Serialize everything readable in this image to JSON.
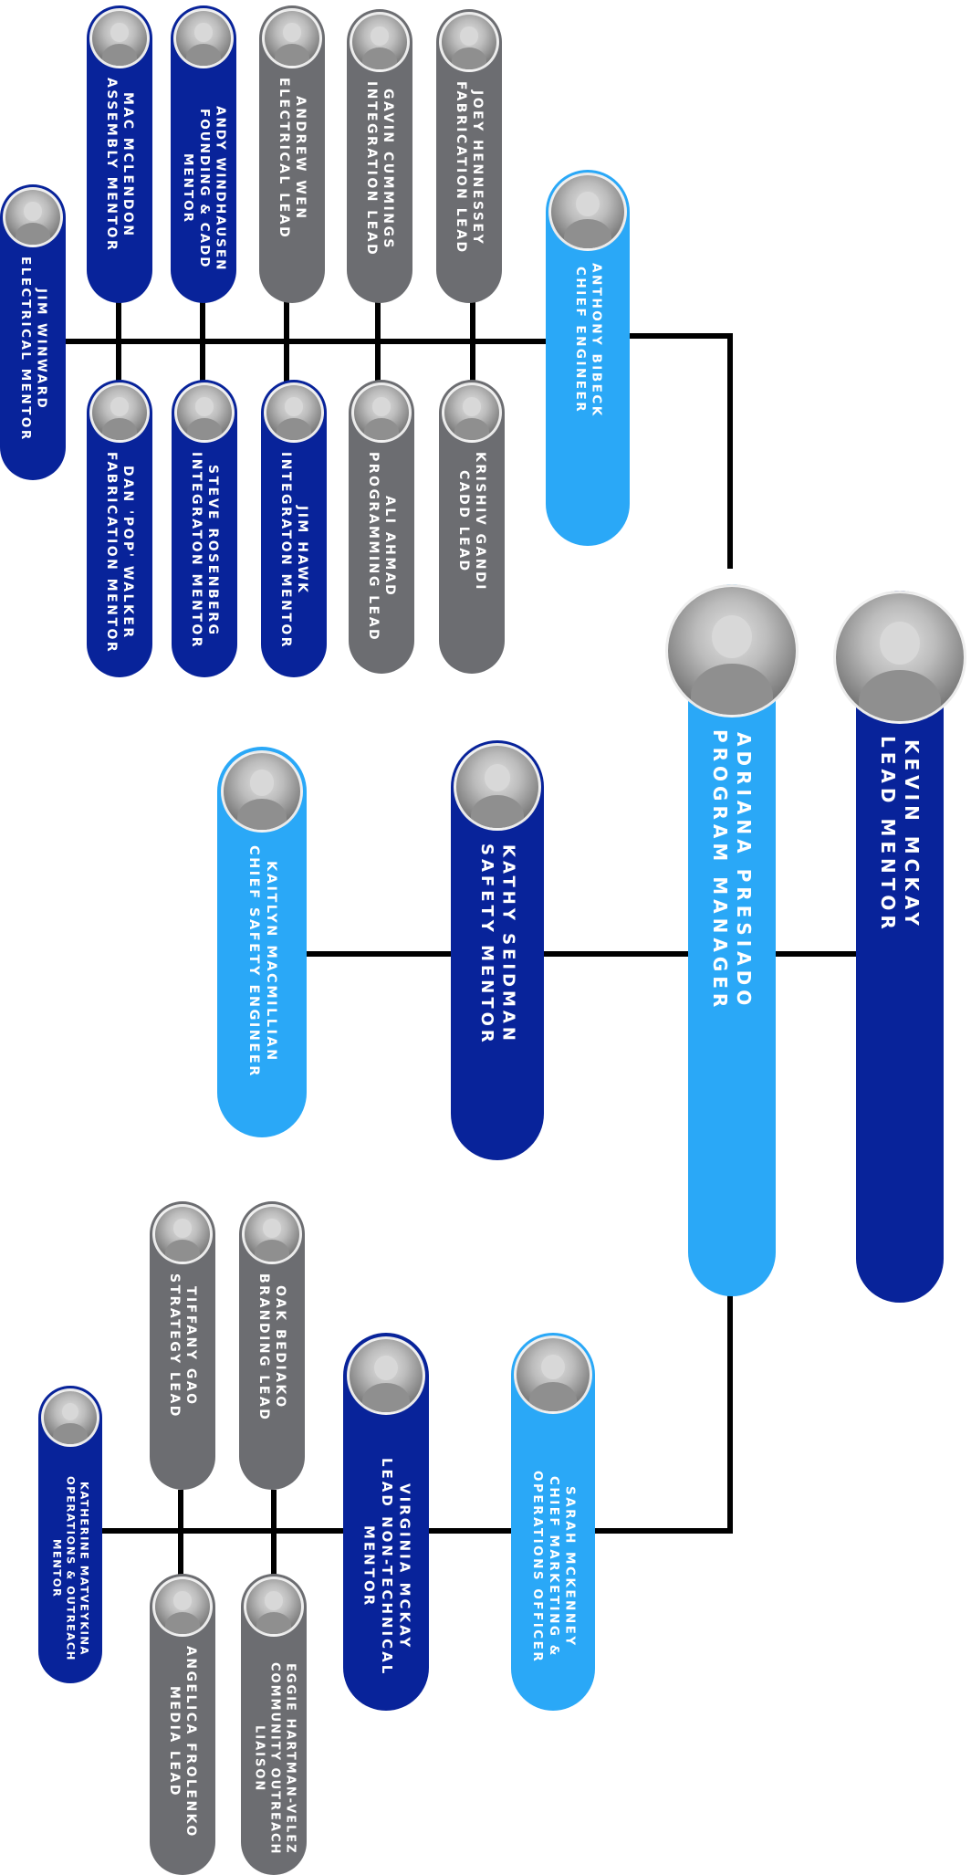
{
  "colors": {
    "navy": "#08239a",
    "sky": "#2aa8f7",
    "gray": "#6c6d71",
    "line": "#000000"
  },
  "people": {
    "kevin": {
      "name": "KEVIN MCKAY",
      "role": "LEAD MENTOR",
      "color": "navy",
      "photo": "kevin-mckay-photo"
    },
    "adriana": {
      "name": "ADRIANA PRESIADO",
      "role": "PROGRAM MANAGER",
      "color": "sky",
      "photo": "adriana-presiado-photo"
    },
    "kathy": {
      "name": "KATHY SEIDMAN",
      "role": "SAFETY MENTOR",
      "color": "navy",
      "photo": "kathy-seidman-photo"
    },
    "kaitlyn": {
      "name": "KAITLYN MACMILLIAN",
      "role": "CHIEF SAFETY ENGINEER",
      "color": "sky",
      "photo": "kaitlyn-macmillian-photo"
    },
    "anthony": {
      "name": "ANTHONY BIBECK",
      "role": "CHIEF ENGINEER",
      "color": "sky",
      "photo": "anthony-bibeck-photo"
    },
    "joey": {
      "name": "JOEY HENNESSEY",
      "role": "FABRICATION LEAD",
      "color": "gray",
      "photo": "joey-hennessey-photo"
    },
    "gavin": {
      "name": "GAVIN CUMMINGS",
      "role": "INTEGRATION LEAD",
      "color": "gray",
      "photo": "gavin-cummings-photo"
    },
    "andrew": {
      "name": "ANDREW WEN",
      "role": "ELECTRICAL LEAD",
      "color": "gray",
      "photo": "andrew-wen-photo"
    },
    "andy": {
      "name": "ANDY WINDHAUSEN",
      "role": "FOUNDING & CADD MENTOR",
      "color": "navy",
      "photo": "andy-windhausen-photo"
    },
    "mac": {
      "name": "MAC MCLENDON",
      "role": "ASSEMBLY MENTOR",
      "color": "navy",
      "photo": "mac-mclendon-photo"
    },
    "jim_winward": {
      "name": "JIM WINWARD",
      "role": "ELECTRICAL MENTOR",
      "color": "navy",
      "photo": "jim-winward-photo"
    },
    "krishiv": {
      "name": "KRISHIV GANDI",
      "role": "CADD LEAD",
      "color": "gray",
      "photo": "krishiv-gandi-photo"
    },
    "ali": {
      "name": "ALI AHMAD",
      "role": "PROGRAMMING LEAD",
      "color": "gray",
      "photo": "ali-ahmad-photo"
    },
    "jim_hawk": {
      "name": "JIM HAWK",
      "role": "INTEGRATON MENTOR",
      "color": "navy",
      "photo": "jim-hawk-photo"
    },
    "steve": {
      "name": "STEVE ROSENBERG",
      "role": "INTEGRATON MENTOR",
      "color": "navy",
      "photo": "steve-rosenberg-photo"
    },
    "dan": {
      "name": "DAN 'POP' WALKER",
      "role": "FABRICATION MENTOR",
      "color": "navy",
      "photo": "dan-walker-photo"
    },
    "sarah": {
      "name": "SARAH MCKENNEY",
      "role": "CHIEF MARKETING & OPERATIONS OFFICER",
      "color": "sky",
      "photo": "sarah-mckenney-photo"
    },
    "virginia": {
      "name": "VIRGINIA MCKAY",
      "role": "LEAD NON-TECHNICAL MENTOR",
      "color": "navy",
      "photo": "virginia-mckay-photo"
    },
    "oak": {
      "name": "OAK BEDIAKO",
      "role": "BRANDING LEAD",
      "color": "gray",
      "photo": "oak-bediako-photo"
    },
    "tiffany": {
      "name": "TIFFANY GAO",
      "role": "STRATEGY LEAD",
      "color": "gray",
      "photo": "tiffany-gao-photo"
    },
    "katherine": {
      "name": "KATHERINE MATVEYKINA",
      "role": "OPERATIONS & OUTREACH MENTOR",
      "color": "navy",
      "photo": "katherine-matveykina-photo"
    },
    "eggie": {
      "name": "EGGIE HARTMAN-VELEZ",
      "role": "COMMUNITY OUTREACH LIAISON",
      "color": "gray",
      "photo": "eggie-hartman-velez-photo"
    },
    "angelica": {
      "name": "ANGELICA FROLENKO",
      "role": "MEDIA LEAD",
      "color": "gray",
      "photo": "angelica-frolenko-photo"
    }
  }
}
